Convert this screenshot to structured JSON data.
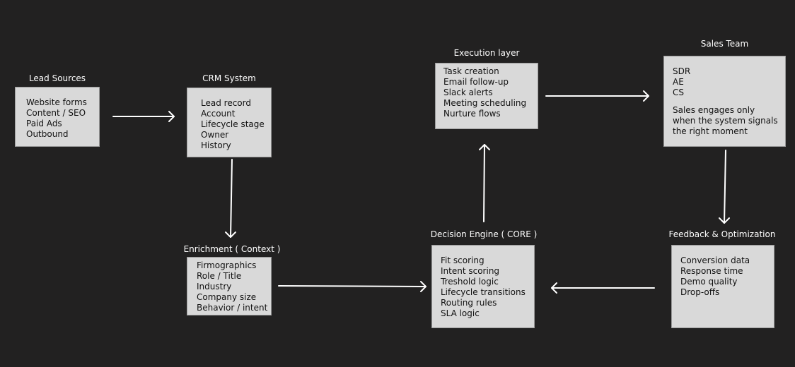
{
  "nodes": {
    "lead_sources": {
      "title": "Lead Sources",
      "items": [
        "Website forms",
        "Content / SEO",
        "Paid Ads",
        "Outbound"
      ]
    },
    "crm_system": {
      "title": "CRM System",
      "items": [
        "Lead record",
        "Account",
        "Lifecycle stage",
        "Owner",
        "History"
      ]
    },
    "enrichment": {
      "title": "Enrichment ( Context )",
      "items": [
        "Firmographics",
        "Role / Title",
        "Industry",
        "Company size",
        "Behavior / intent"
      ]
    },
    "decision_engine": {
      "title": "Decision Engine ( CORE )",
      "items": [
        "Fit scoring",
        "Intent scoring",
        "Treshold logic",
        "Lifecycle transitions",
        "Routing rules",
        "SLA logic"
      ]
    },
    "execution_layer": {
      "title": "Execution layer",
      "items": [
        "Task creation",
        "Email follow-up",
        "Slack alerts",
        "Meeting scheduling",
        "Nurture flows"
      ]
    },
    "sales_team": {
      "title": "Sales Team",
      "items": [
        "SDR",
        "AE",
        "CS"
      ],
      "note": "Sales engages only when the system signals the right moment"
    },
    "feedback": {
      "title": "Feedback & Optimization",
      "items": [
        "Conversion data",
        "Response time",
        "Demo quality",
        "Drop-offs"
      ]
    }
  },
  "colors": {
    "background": "#222121",
    "box_fill": "#d9d9d9",
    "box_text": "#111111",
    "title_text": "#ffffff",
    "arrow": "#ffffff"
  }
}
